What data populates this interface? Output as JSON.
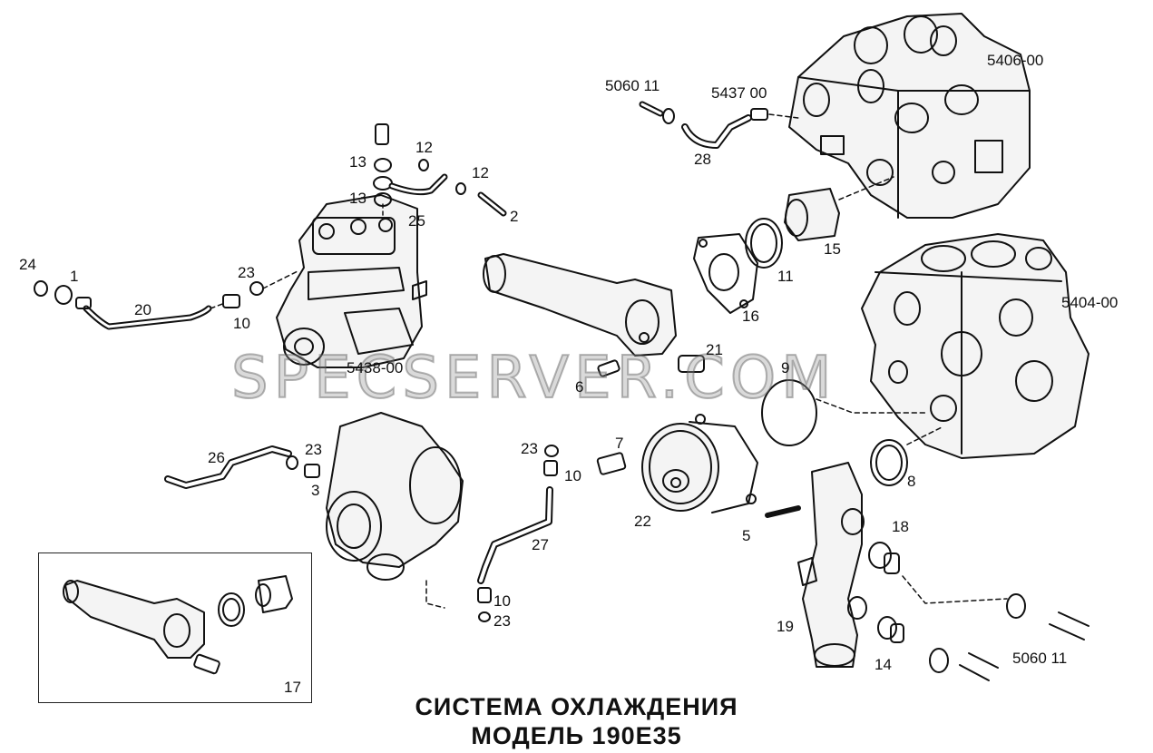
{
  "title": {
    "line1": "СИСТЕМА ОХЛАЖДЕНИЯ",
    "line2": "МОДЕЛЬ 190E35"
  },
  "watermark": "SPECSERVER.COM",
  "labels": {
    "p1": "1",
    "p2": "2",
    "p3": "3",
    "p5": "5",
    "p6": "6",
    "p7": "7",
    "p8": "8",
    "p9": "9",
    "p10a": "10",
    "p10b": "10",
    "p10c": "10",
    "p11": "11",
    "p12a": "12",
    "p12b": "12",
    "p13a": "13",
    "p13b": "13",
    "p14": "14",
    "p15": "15",
    "p16": "16",
    "p17": "17",
    "p18": "18",
    "p19": "19",
    "p20": "20",
    "p21": "21",
    "p22": "22",
    "p23a": "23",
    "p23b": "23",
    "p23c": "23",
    "p23d": "23",
    "p24": "24",
    "p25": "25",
    "p26": "26",
    "p27": "27",
    "p28": "28",
    "ref5406": "5406-00",
    "ref5404": "5404-00",
    "ref5438": "5438-00",
    "ref5437": "5437 00",
    "ref5060a": "5060 11",
    "ref5060b": "5060 11"
  },
  "colors": {
    "ink": "#111111",
    "paper": "#ffffff",
    "watermark": "#969696"
  }
}
